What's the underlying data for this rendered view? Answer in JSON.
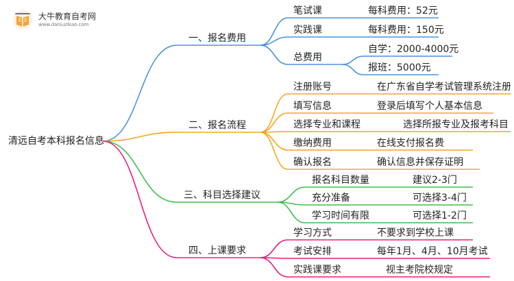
{
  "logo": {
    "name": "大牛教育自考网",
    "url": "www.daniuzikao.com",
    "colors": {
      "orange": "#f2a33a",
      "blue": "#3a7bd5"
    }
  },
  "root": "清远自考本科报名信息",
  "colors": {
    "blue": "#4a90e2",
    "orange": "#f5a623",
    "green": "#3bbf4a",
    "pink": "#e91e7a"
  },
  "branches": [
    {
      "label": "一、报名费用",
      "color": "blue",
      "children": [
        {
          "label": "笔试课",
          "value": "每科费用：52元"
        },
        {
          "label": "实践课",
          "value": "每科费用：150元"
        },
        {
          "label": "总费用",
          "children": [
            "自学：2000-4000元",
            "报班：5000元"
          ]
        }
      ]
    },
    {
      "label": "二、报名流程",
      "color": "orange",
      "children": [
        {
          "label": "注册账号",
          "value": "在广东省自学考试管理系统注册"
        },
        {
          "label": "填写信息",
          "value": "登录后填写个人基本信息"
        },
        {
          "label": "选择专业和课程",
          "value": "选择所报专业及报考科目"
        },
        {
          "label": "缴纳费用",
          "value": "在线支付报名费"
        },
        {
          "label": "确认报名",
          "value": "确认信息并保存证明"
        }
      ]
    },
    {
      "label": "三、科目选择建议",
      "color": "green",
      "children": [
        {
          "label": "报名科目数量",
          "value": "建议2-3门"
        },
        {
          "label": "充分准备",
          "value": "可选择3-4门"
        },
        {
          "label": "学习时间有限",
          "value": "可选择1-2门"
        }
      ]
    },
    {
      "label": "四、上课要求",
      "color": "pink",
      "children": [
        {
          "label": "学习方式",
          "value": "不要求到学校上课"
        },
        {
          "label": "考试安排",
          "value": "每年1月、4月、10月考试"
        },
        {
          "label": "实践课要求",
          "value": "视主考院校规定"
        }
      ]
    }
  ]
}
